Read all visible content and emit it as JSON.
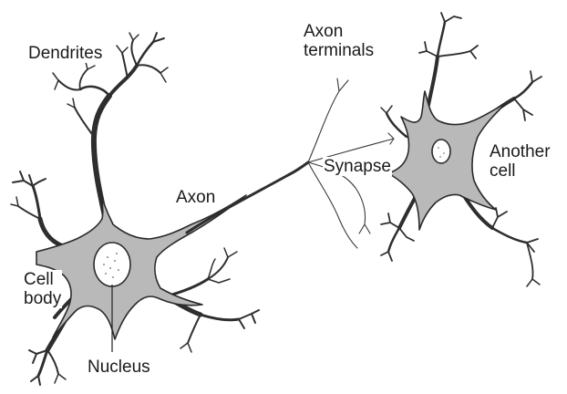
{
  "labels": {
    "dendrites": "Dendrites",
    "axon_terminals": "Axon\nterminals",
    "synapse": "Synapse",
    "another_cell": "Another\ncell",
    "axon": "Axon",
    "cell_body": "Cell\nbody",
    "nucleus": "Nucleus"
  },
  "colors": {
    "cytoplasm": "#b9b9b9",
    "outline": "#2a2a2a"
  }
}
